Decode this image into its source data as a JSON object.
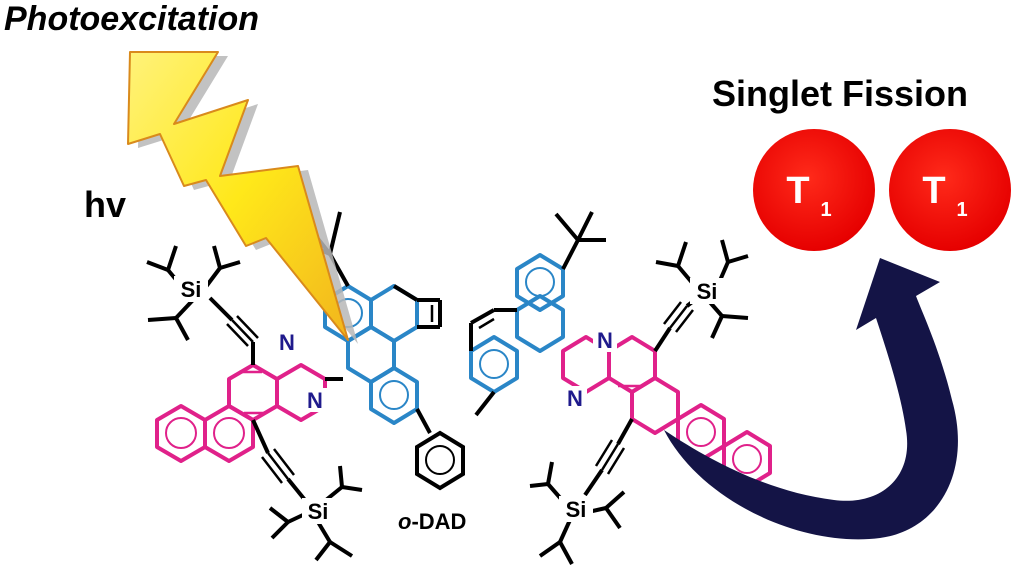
{
  "title": "Photoexcitation",
  "energy_label": "hv",
  "process_label": "Singlet Fission",
  "states": [
    {
      "main": "T",
      "sub": "1"
    },
    {
      "main": "T",
      "sub": "1"
    }
  ],
  "molecule": {
    "prefix": "o",
    "name": "-DAD",
    "heteroatom_labels": [
      "N",
      "N",
      "N",
      "N"
    ],
    "silyl_labels": [
      "Si",
      "Si",
      "Si",
      "Si"
    ]
  },
  "colors": {
    "accene_core": "#e0218a",
    "pyrene_core": "#2a86c7",
    "nitrogen": "#1f1a8c",
    "bond": "#000000",
    "triplet": "#ee0000",
    "arrow": "#141446",
    "bolt_fill_top": "#ffe81a",
    "bolt_fill_bottom": "#f5c21f",
    "bolt_edge": "#d98a1c"
  }
}
